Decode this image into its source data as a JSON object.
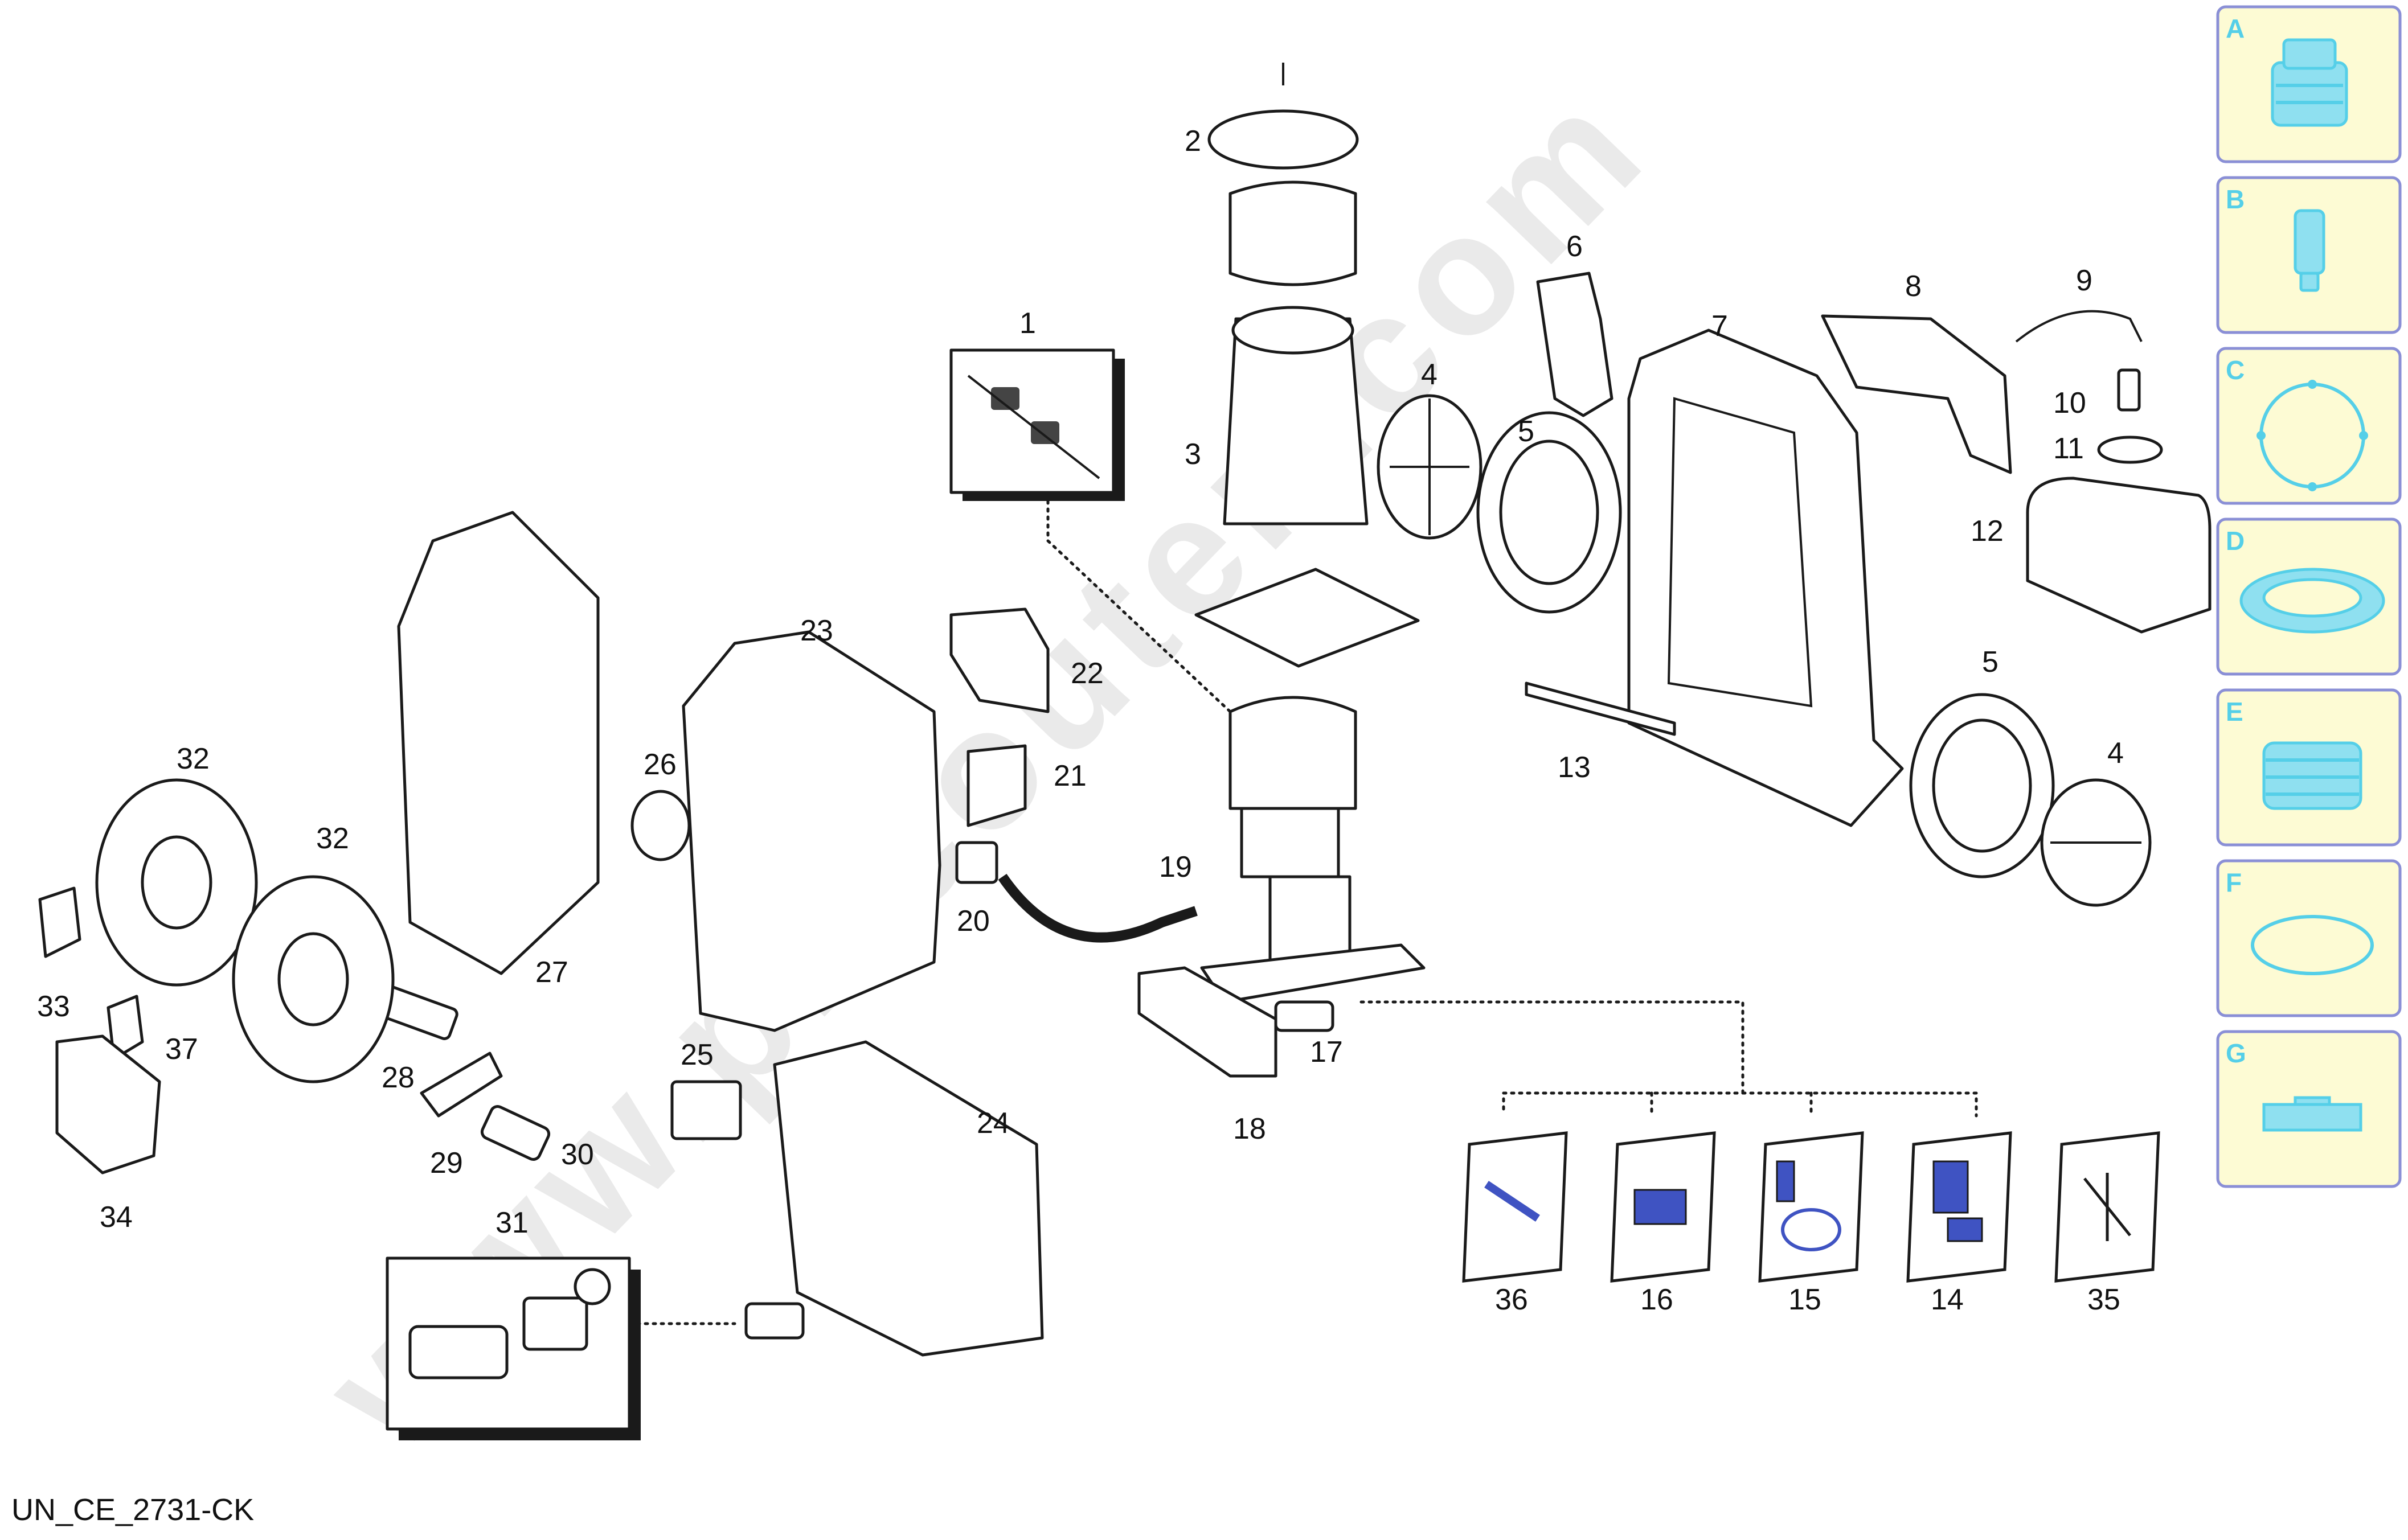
{
  "drawing_code": "UN_CE_2731-CK",
  "watermark": "www.pricouten.com",
  "part_labels": [
    "1",
    "2",
    "3",
    "4",
    "5",
    "6",
    "7",
    "8",
    "9",
    "10",
    "11",
    "12",
    "13",
    "4",
    "5",
    "14",
    "15",
    "16",
    "17",
    "18",
    "19",
    "20",
    "21",
    "22",
    "23",
    "24",
    "25",
    "26",
    "27",
    "28",
    "29",
    "30",
    "31",
    "32",
    "32",
    "33",
    "34",
    "35",
    "36",
    "37"
  ],
  "side_panels": [
    "A",
    "B",
    "C",
    "D",
    "E",
    "F",
    "G"
  ]
}
